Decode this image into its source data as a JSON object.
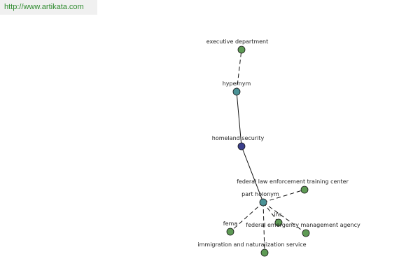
{
  "banner": {
    "url": "http://www.artikata.com"
  },
  "colors": {
    "leaf": "#5e9a55",
    "relation": "#4a9296",
    "center": "#3b3f8c",
    "edge": "#111111",
    "label": "#222222",
    "banner_text": "#2e8b2e"
  },
  "nodes": [
    {
      "id": "executive_department",
      "label": "executive department",
      "kind": "leaf"
    },
    {
      "id": "hypernym",
      "label": "hypernym",
      "kind": "relation"
    },
    {
      "id": "homeland_security",
      "label": "homeland security",
      "kind": "center"
    },
    {
      "id": "part_holonym",
      "label": "part holonym",
      "kind": "relation"
    },
    {
      "id": "fletc",
      "label": "federal law enforcement training center",
      "kind": "leaf"
    },
    {
      "id": "ins",
      "label": "ins",
      "kind": "leaf"
    },
    {
      "id": "fema",
      "label": "fema",
      "kind": "leaf"
    },
    {
      "id": "fema_full",
      "label": "federal emergency management agency",
      "kind": "leaf"
    },
    {
      "id": "ins_full",
      "label": "immigration and naturalization service",
      "kind": "leaf"
    }
  ],
  "edges": [
    {
      "from": "hypernym",
      "to": "executive_department",
      "style": "dashed"
    },
    {
      "from": "homeland_security",
      "to": "hypernym",
      "style": "solid"
    },
    {
      "from": "homeland_security",
      "to": "part_holonym",
      "style": "solid"
    },
    {
      "from": "part_holonym",
      "to": "fletc",
      "style": "dashed"
    },
    {
      "from": "part_holonym",
      "to": "ins",
      "style": "dashed"
    },
    {
      "from": "part_holonym",
      "to": "fema",
      "style": "dashed"
    },
    {
      "from": "part_holonym",
      "to": "fema_full",
      "style": "dashed"
    },
    {
      "from": "part_holonym",
      "to": "ins_full",
      "style": "dashed"
    }
  ]
}
